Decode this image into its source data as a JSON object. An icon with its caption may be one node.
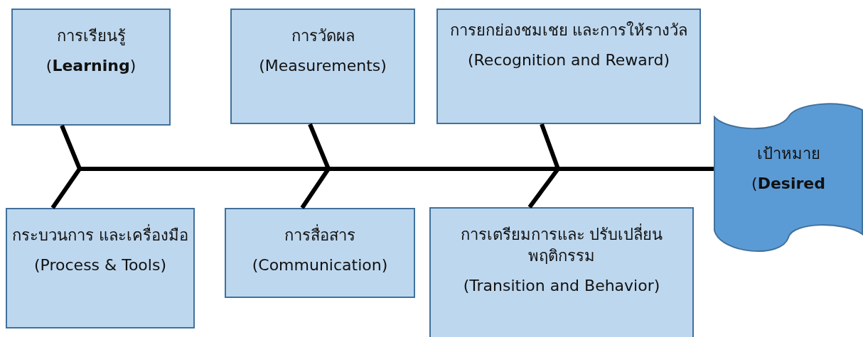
{
  "diagram": {
    "nodes": [
      {
        "text": [
          "การเรียนรู้",
          "(**Learning**)"
        ]
      },
      {
        "text": [
          "การวัดผล",
          "(Measurements)"
        ]
      },
      {
        "text": [
          "การยกย่องชมเชย และการให้รางวัล",
          "(Recognition and Reward)"
        ]
      },
      {
        "text": [
          "กระบวนการ และเครื่องมือ",
          "(Process & Tools)"
        ]
      },
      {
        "text": [
          "การสื่อสาร",
          "(Communication)"
        ]
      },
      {
        "text": [
          "การเตรียมการและ ปรับเปลี่ยนพฤติกรรม",
          "(Transition and Behavior)"
        ]
      },
      {
        "text": [
          "เป้าหมาย",
          "(**Desired**"
        ]
      }
    ],
    "edges": [
      {
        "from": 0,
        "to": 6,
        "arrow": "none"
      },
      {
        "from": 1,
        "to": 6,
        "arrow": "none"
      },
      {
        "from": 2,
        "to": 6,
        "arrow": "none"
      },
      {
        "from": 3,
        "to": 6,
        "arrow": "none"
      },
      {
        "from": 4,
        "to": 6,
        "arrow": "none"
      },
      {
        "from": 5,
        "to": 6,
        "arrow": "none"
      }
    ]
  }
}
